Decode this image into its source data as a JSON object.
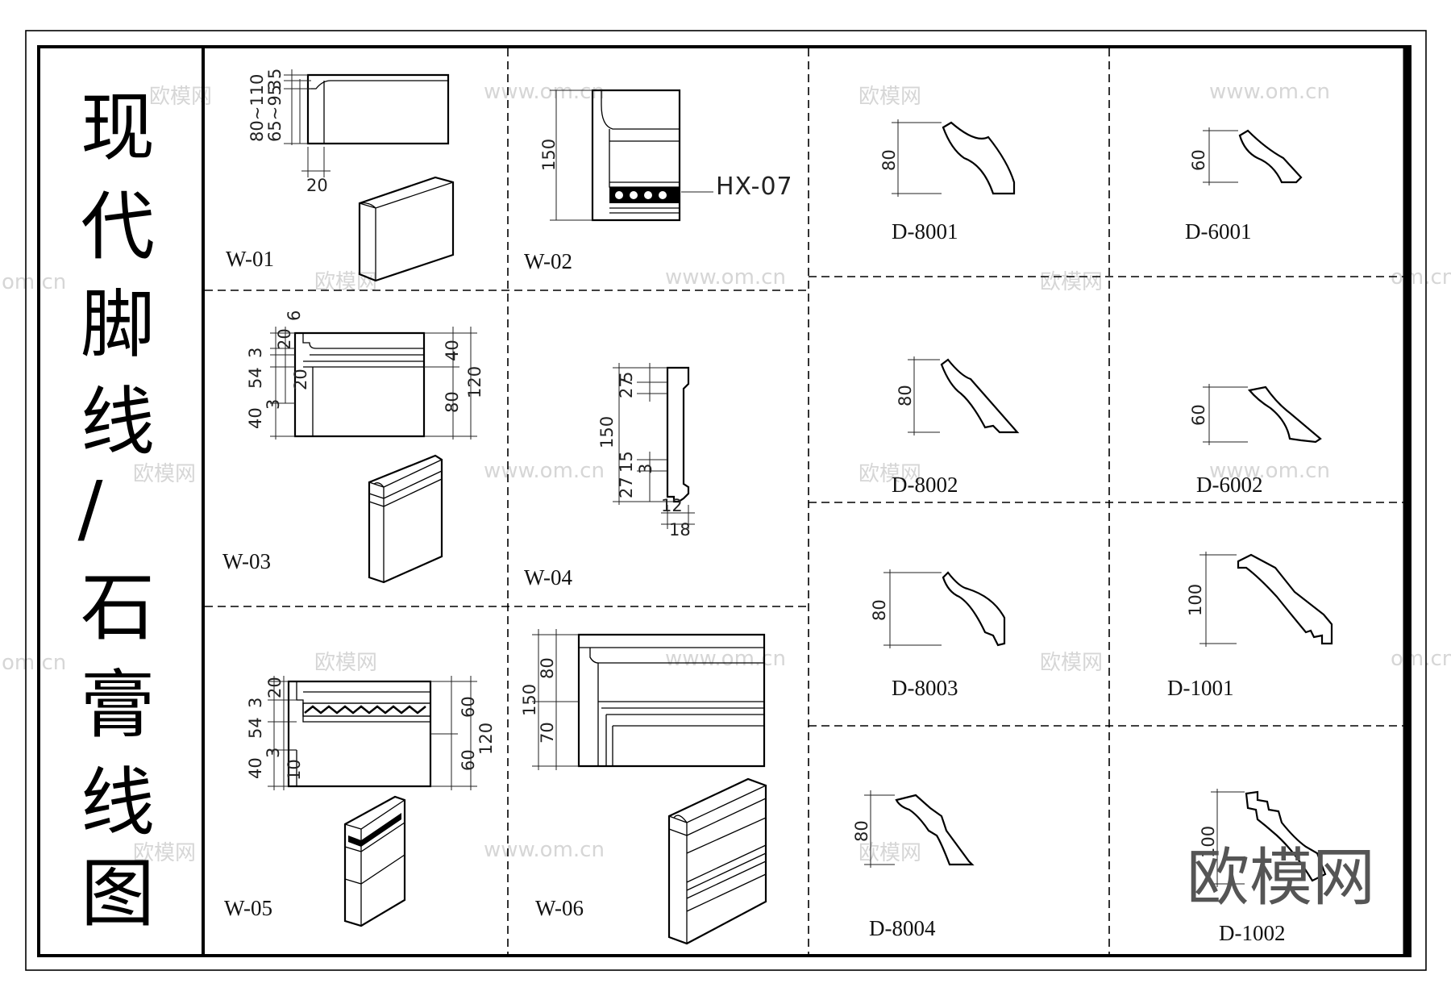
{
  "sheet": {
    "title_chars": [
      "现",
      "代",
      "脚",
      "线",
      "/",
      "石",
      "膏",
      "线",
      "图"
    ]
  },
  "watermark": {
    "brand": "欧模网",
    "url": "www.om.cn",
    "url_cut": "om.cn"
  },
  "skirting": {
    "w01": {
      "label": "W-01",
      "dims": {
        "overall": "80~110",
        "inner": "65~95",
        "tick1": "5",
        "tick2": "3",
        "width": "20"
      }
    },
    "w02": {
      "label": "W-02",
      "dims": {
        "height": "150"
      },
      "callout": "HX-07"
    },
    "w03": {
      "label": "W-03",
      "dims": {
        "d6": "6",
        "d20a": "20",
        "d3": "3",
        "d54": "54",
        "d20b": "20",
        "d40": "40",
        "d3b": "3",
        "d40r": "40",
        "d80": "80",
        "d120": "120"
      }
    },
    "w04": {
      "label": "W-04",
      "dims": {
        "height": "150",
        "d5": "5",
        "d27": "27",
        "d27b": "27",
        "d15": "15",
        "d3": "3",
        "d12": "12",
        "d18": "18"
      }
    },
    "w05": {
      "label": "W-05",
      "dims": {
        "d20": "20",
        "d3": "3",
        "d54": "54",
        "d40": "40",
        "d3b": "3",
        "d10": "10",
        "d60a": "60",
        "d60b": "60",
        "d120": "120"
      }
    },
    "w06": {
      "label": "W-06",
      "dims": {
        "height": "150",
        "upper": "80",
        "lower": "70"
      }
    }
  },
  "cornice": [
    {
      "label": "D-8001",
      "dim": "80"
    },
    {
      "label": "D-6001",
      "dim": "60"
    },
    {
      "label": "D-8002",
      "dim": "80"
    },
    {
      "label": "D-6002",
      "dim": "60"
    },
    {
      "label": "D-8003",
      "dim": "80"
    },
    {
      "label": "D-1001",
      "dim": "100"
    },
    {
      "label": "D-8004",
      "dim": "80"
    },
    {
      "label": "D-1002",
      "dim": "100"
    }
  ]
}
